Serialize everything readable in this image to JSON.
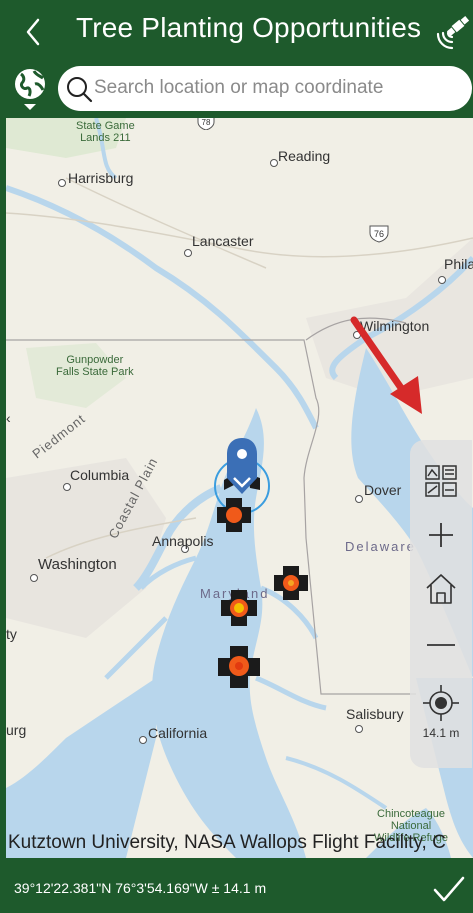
{
  "header": {
    "title": "Tree Planting Opportunities"
  },
  "search": {
    "placeholder": "Search location or map coordinate"
  },
  "map": {
    "labels": {
      "state_game_lands": "State Game\nLands 211",
      "reading": "Reading",
      "harrisburg": "Harrisburg",
      "lancaster": "Lancaster",
      "phila": "Phila",
      "wilmington": "Wilmington",
      "gunpowder": "Gunpowder\nFalls State Park",
      "piedmont": "Piedmont",
      "coastal_plain": "Coastal Plain",
      "columbia": "Columbia",
      "dover": "Dover",
      "annapolis": "Annapolis",
      "delaware": "Delaware",
      "washington": "Washington",
      "maryland": "Maryland",
      "salisbury": "Salisbury",
      "california": "California",
      "chincoteague": "Chincoteague\nNational\nWildlife Refuge",
      "ty": "ty",
      "urg": "urg"
    },
    "shields": {
      "i78": "78",
      "i76": "76"
    },
    "attribution": "Kutztown University, NASA Wallops Flight Facility, C"
  },
  "tools": {
    "scale": "14.1 m"
  },
  "footer": {
    "coordinates": "39°12'22.381\"N 76°3'54.169\"W ± 14.1 m"
  },
  "colors": {
    "header_green": "#1e5a2c",
    "pin_blue": "#3b6fb6",
    "marker_orange": "#f05a1a"
  },
  "icons": [
    "back-icon",
    "satellite-icon",
    "globe-icon",
    "search-icon",
    "layers-icon",
    "zoom-in-icon",
    "home-icon",
    "zoom-out-icon",
    "locate-icon",
    "checkmark-icon"
  ]
}
